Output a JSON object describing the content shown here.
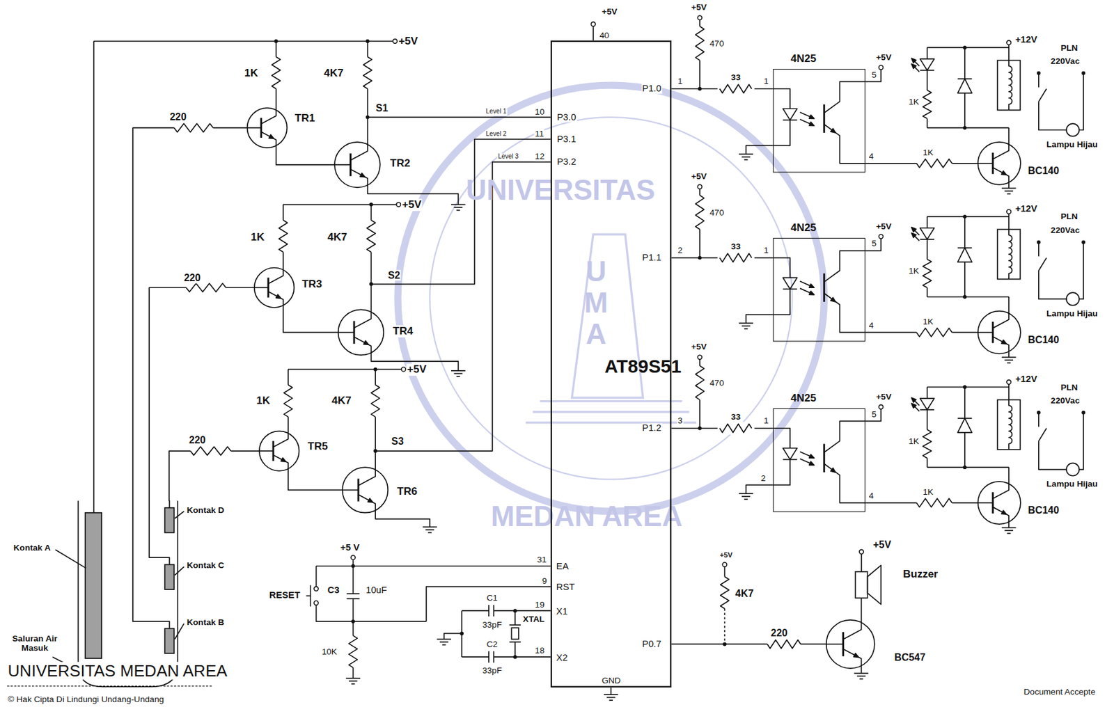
{
  "diagram": {
    "nodes": [
      {
        "text": [
          "AT89S51"
        ]
      },
      {
        "text": [
          "4N25"
        ]
      },
      {
        "text": [
          "4N25"
        ]
      },
      {
        "text": [
          "4N25"
        ]
      }
    ],
    "edges": [
      {
        "from": 0,
        "to": 1,
        "arrow": "none"
      },
      {
        "from": 0,
        "to": 2,
        "arrow": "none"
      },
      {
        "from": 0,
        "to": 3,
        "arrow": "none"
      }
    ],
    "labels": [
      "+5V",
      "1K",
      "4K7",
      "220",
      "TR1",
      "S1",
      "TR2",
      "Level 1",
      "10",
      "P3.0",
      "Level 2",
      "11",
      "P3.1",
      "Level 3",
      "12",
      "P3.2",
      "+5V",
      "1K",
      "4K7",
      "220",
      "TR3",
      "S2",
      "TR4",
      "+5V",
      "1K",
      "4K7",
      "220",
      "TR5",
      "S3",
      "TR6",
      "Kontak D",
      "Kontak C",
      "Kontak B",
      "Kontak A",
      "Saluran Air Masuk",
      "+5 V",
      "RESET",
      "C3",
      "10uF",
      "10K",
      "C1",
      "33pF",
      "XTAL",
      "C2",
      "33pF",
      "31",
      "EA",
      "9",
      "RST",
      "19",
      "X1",
      "18",
      "X2",
      "GND",
      "40",
      "+5V",
      "+5V",
      "470",
      "1",
      "P1.0",
      "33",
      "1",
      "5",
      "+5V",
      "4",
      "+12V",
      "1K",
      "1K",
      "BC140",
      "PLN",
      "220Vac",
      "Lampu Hijau",
      "+5V",
      "470",
      "2",
      "P1.1",
      "33",
      "1",
      "5",
      "+5V",
      "4",
      "+12V",
      "1K",
      "1K",
      "BC140",
      "PLN",
      "220Vac",
      "Lampu Hijau",
      "+5V",
      "470",
      "3",
      "P1.2",
      "33",
      "1",
      "2",
      "5",
      "+5V",
      "4",
      "+12V",
      "1K",
      "1K",
      "BC140",
      "PLN",
      "220Vac",
      "Lampu Hijau",
      "+5V",
      "4K7",
      "P0.7",
      "220",
      "BC547",
      "Buzzer",
      "+5V",
      "UNIVERSITAS MEDAN AREA",
      "© Hak Cipta Di Lindungi Undang-Undang",
      "Document Accepte",
      "UNIVERSITAS",
      "UMA",
      "MEDAN AREA"
    ]
  }
}
